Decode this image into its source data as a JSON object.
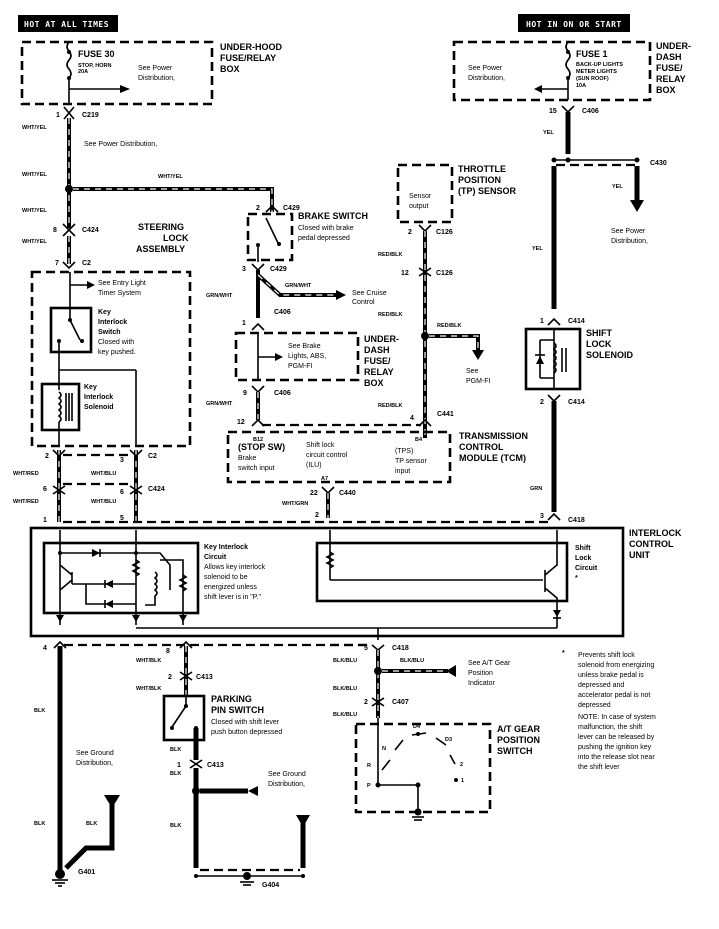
{
  "headers": {
    "left": "HOT AT ALL TIMES",
    "right": "HOT IN ON OR START"
  },
  "fuse30": {
    "name": "FUSE 30",
    "desc1": "STOP, HORN",
    "desc2": "20A",
    "see": [
      "See Power",
      "Distribution,"
    ],
    "box": [
      "UNDER-HOOD",
      "FUSE/RELAY",
      "BOX"
    ]
  },
  "fuse1": {
    "name": "FUSE 1",
    "desc": [
      "BACK-UP LIGHTS",
      "METER LIGHTS",
      "(SUN ROOF)",
      "10A"
    ],
    "see": [
      "See Power",
      "Distribution,"
    ],
    "box": [
      "UNDER-",
      "DASH",
      "FUSE/",
      "RELAY",
      "BOX"
    ]
  },
  "connectors": {
    "c219": "C219",
    "c219_pin": "1",
    "c406_top": "C406",
    "c406_top_pin": "15",
    "c430": "C430",
    "c429a": "C429",
    "c429a_pin": "2",
    "c429b": "C429",
    "c429b_pin": "3",
    "c424a": "C424",
    "c424a_pin": "8",
    "c2a": "C2",
    "c2a_pin": "7",
    "c126a": "C126",
    "c126a_pin": "2",
    "c126b": "C126",
    "c126b_pin": "12",
    "c406a": "C406",
    "c406a_pin": "1",
    "c406b": "C406",
    "c406b_pin": "9",
    "c441": "C441",
    "c441_pin": "4",
    "tcm_pin12": "12",
    "c414a": "C414",
    "c414a_pin": "1",
    "c414b": "C414",
    "c414b_pin": "2",
    "c2b": "C2",
    "c2b_pin_l": "2",
    "c2b_pin_r": "3",
    "c424b": "C424",
    "c424b_pin_l": "6",
    "c424b_pin_r": "6",
    "icu_pin_1": "1",
    "icu_pin_5": "5",
    "c440": "C440",
    "c440_pin": "22",
    "c440_pin2": "2",
    "c418_top": "C418",
    "c418_top_pin": "3",
    "c418_bot": "C418",
    "c418_bot_pin": "5",
    "icu_pin_4": "4",
    "icu_pin_8": "8",
    "c413a": "C413",
    "c413a_pin": "2",
    "c413b": "C413",
    "c413b_pin": "1",
    "c407": "C407",
    "c407_pin": "2",
    "g401": "G401",
    "g404": "G404"
  },
  "wires": {
    "wht_yel": "WHT/YEL",
    "red_blk": "RED/BLK",
    "grn_wht": "GRN/WHT",
    "yel": "YEL",
    "wht_red": "WHT/RED",
    "wht_blu": "WHT/BLU",
    "wht_grn": "WHT/GRN",
    "grn": "GRN",
    "wht_blk": "WHT/BLK",
    "blk": "BLK",
    "blk_blu": "BLK/BLU"
  },
  "labels": {
    "see_power_dist": "See Power Distribution,",
    "steering_lock": [
      "STEERING",
      "LOCK",
      "ASSEMBLY"
    ],
    "entry_light": [
      "See Entry Light",
      "Timer System"
    ],
    "key_switch": [
      "Key",
      "Interlock",
      "Switch",
      "Closed with",
      "key pushed."
    ],
    "key_solenoid": [
      "Key",
      "Interlock",
      "Solenoid"
    ],
    "brake_switch": "BRAKE SWITCH",
    "brake_switch_desc": [
      "Closed with brake",
      "pedal depressed"
    ],
    "cruise": [
      "See Cruise",
      "Control"
    ],
    "brake_lights": [
      "See Brake",
      "Lights, ABS,",
      "PGM-FI"
    ],
    "underdash2": [
      "UNDER-",
      "DASH",
      "FUSE/",
      "RELAY",
      "BOX"
    ],
    "tp_sensor": [
      "THROTTLE",
      "POSITION",
      "(TP) SENSOR"
    ],
    "sensor_output": [
      "Sensor",
      "output"
    ],
    "see_pgmfi": [
      "See",
      "PGM-FI"
    ],
    "see_power2": [
      "See Power",
      "Distribution,"
    ],
    "shift_lock_solenoid": [
      "SHIFT",
      "LOCK",
      "SOLENOID"
    ],
    "tcm": [
      "TRANSMISSION",
      "CONTROL",
      "MODULE (TCM)"
    ],
    "tcm_b12": "B12",
    "tcm_stop": [
      "(STOP SW)",
      "Brake",
      "switch input"
    ],
    "tcm_ilu": [
      "Shift lock",
      "circuit control",
      "(ILU)"
    ],
    "tcm_a7": "A7",
    "tcm_b4": "B4",
    "tcm_tps": [
      "(TPS)",
      "TP sensor",
      "input"
    ],
    "icu": [
      "INTERLOCK",
      "CONTROL",
      "UNIT"
    ],
    "key_circuit": [
      "Key Interlock",
      "Circuit",
      "Allows key interlock",
      "solenoid to be",
      "energized unless",
      "shift lever is in \"P.\""
    ],
    "shift_circuit": [
      "Shift",
      "Lock",
      "Circuit",
      "*"
    ],
    "parking_pin": [
      "PARKING",
      "PIN SWITCH"
    ],
    "parking_desc": [
      "Closed with shift lever",
      "push button depressed"
    ],
    "see_ground1": [
      "See Ground",
      "Distribution,"
    ],
    "see_ground2": [
      "See Ground",
      "Distribution,"
    ],
    "see_at_gear": [
      "See A/T Gear",
      "Position",
      "Indicator"
    ],
    "at_gear_switch": [
      "A/T GEAR",
      "POSITION",
      "SWITCH"
    ],
    "gear_positions": {
      "p": "P",
      "r": "R",
      "n": "N",
      "d4": "D4",
      "d3": "D3",
      "g2": "2",
      "g1": "1"
    },
    "footnote": [
      "*",
      "Prevents shift lock",
      "solenoid from energizing",
      "unless brake pedal is",
      "depressed and",
      "accelerator pedal is not",
      "depressed"
    ],
    "note": [
      "NOTE: In case of system",
      "malfunction, the shift",
      "lever can be released by",
      "pushing the ignition key",
      "into the release slot near",
      "the shift lever"
    ]
  }
}
